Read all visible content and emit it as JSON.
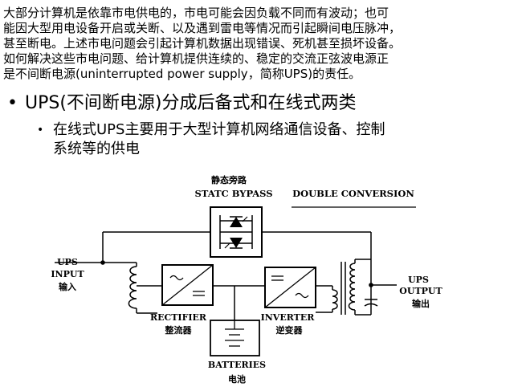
{
  "intro_lines": [
    "大部分计算机是依靠市电供电的，市电可能会因负载不同而有波动；也可",
    "能因大型用电设备开启或关断、以及遇到雷电等情况而引起瞬间电压脉冲，",
    "甚至断电。上述市电问题会引起计算机数据出现错误、死机甚至损坏设备。",
    "如何解决这些市电问题、给计算机提供连续的、稳定的交流正弦波电源正",
    "是不间断电源(uninterrupted power supply，简称UPS)的责任。"
  ],
  "bullet1": "UPS(不间断电源)分成后备式和在线式两类",
  "bullet2_lines": [
    "在线式UPS主要用于大型计算机网络通信设备、控制",
    "系统等的供电"
  ],
  "diagram": {
    "static_bypass_cn": "静态旁路",
    "static_bypass_en": "STATC BYPASS",
    "double_conversion": "DOUBLE CONVERSION",
    "ups_input_en_1": "UPS",
    "ups_input_en_2": "INPUT",
    "ups_input_cn": "输入",
    "ups_output_en_1": "UPS",
    "ups_output_en_2": "OUTPUT",
    "ups_output_cn": "输出",
    "rectifier_en": "RECTIFIER",
    "rectifier_cn": "整流器",
    "inverter_en": "INVERTER",
    "inverter_cn": "逆变器",
    "batteries_en": "BATTERIES",
    "batteries_cn": "电池"
  }
}
